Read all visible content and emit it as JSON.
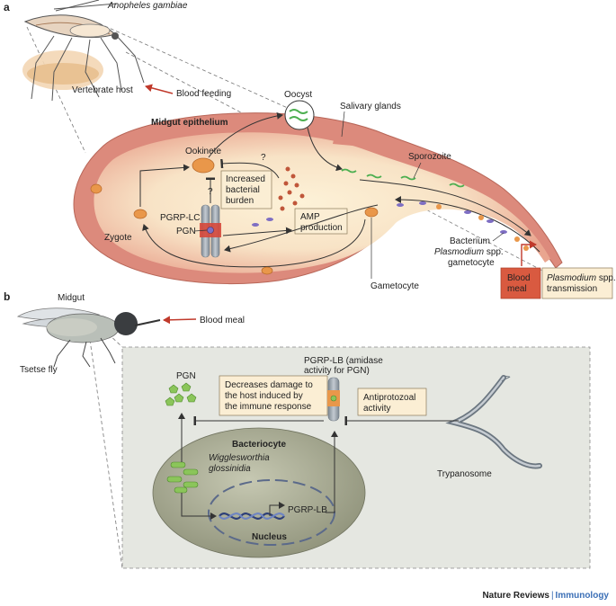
{
  "panel_a": {
    "letter": "a",
    "species": "Anopheles gambiae",
    "host": "Vertebrate host",
    "blood_feeding": "Blood feeding",
    "midgut_epithelium": "Midgut epithelium",
    "oocyst": "Oocyst",
    "salivary_glands": "Salivary glands",
    "ookinete": "Ookinete",
    "question_1": "?",
    "question_2": "?",
    "increased_burden": [
      "Increased",
      "bacterial",
      "burden"
    ],
    "sporozoite": "Sporozoite",
    "pgrp_lc": "PGRP-LC",
    "pgn": "PGN",
    "amp": [
      "AMP",
      "production"
    ],
    "zygote": "Zygote",
    "bacterium": "Bacterium",
    "plasmodium_gametocyte": [
      "Plasmodium",
      "spp.",
      "gametocyte"
    ],
    "gametocyte": "Gametocyte",
    "blood_meal": [
      "Blood",
      "meal"
    ],
    "transmission": [
      "Plasmodium",
      "spp.",
      "transmission"
    ]
  },
  "panel_b": {
    "letter": "b",
    "midgut": "Midgut",
    "blood_meal": "Blood meal",
    "tsetse": "Tsetse fly",
    "pgn": "PGN",
    "pgrp_lb_title": [
      "PGRP-LB (amidase",
      "activity for PGN)"
    ],
    "decreases_damage": [
      "Decreases damage to",
      "the host induced by",
      "the immune response"
    ],
    "antiprotozoal": [
      "Antiprotozoal",
      "activity"
    ],
    "trypanosome": "Trypanosome",
    "bacteriocyte": "Bacteriocyte",
    "wigglesworthia": [
      "Wigglesworthia",
      "glossinidia"
    ],
    "pgrp_lb": "PGRP-LB",
    "nucleus": "Nucleus"
  },
  "credits": {
    "publisher": "Nature Reviews",
    "separator": "|",
    "journal": "Immunology"
  },
  "colors": {
    "epithelium_outer": "#dc8a7c",
    "epithelium_inner": "#f6dcc4",
    "lumen": "#fdf2d8",
    "label_box": "#fbeed4",
    "parasite_orange": "#e9974a",
    "bacterium_red": "#c0563a",
    "receptor_grey": "#9aa3ad",
    "receptor_red": "#d6483b",
    "panel_b_bg": "#e5e7e1",
    "bacteriocyte": "#a8aa92",
    "wigglesworthia_green": "#8bc55a",
    "arrow_red": "#c0392b",
    "journal_blue": "#3b6fb6"
  }
}
